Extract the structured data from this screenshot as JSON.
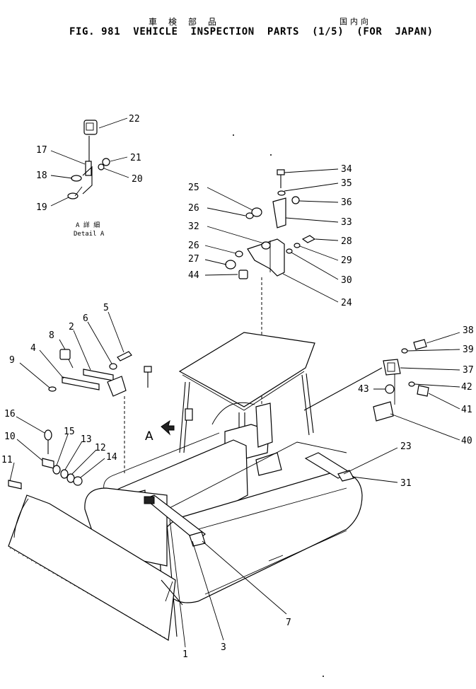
{
  "header": {
    "jp_title": "車検部品",
    "jp_subtitle": "国内向",
    "figure_title": "FIG. 981  VEHICLE  INSPECTION  PARTS  (1/5)  (FOR  JAPAN)"
  },
  "detail": {
    "jp_label": "A 詳 細",
    "label": "Detail A"
  },
  "view_marker": "A",
  "callouts": {
    "c1": "1",
    "c2": "2",
    "c3": "3",
    "c4": "4",
    "c5": "5",
    "c6": "6",
    "c7": "7",
    "c8": "8",
    "c9": "9",
    "c10": "10",
    "c11": "11",
    "c12": "12",
    "c13": "13",
    "c14": "14",
    "c15": "15",
    "c16": "16",
    "c17": "17",
    "c18": "18",
    "c19": "19",
    "c20": "20",
    "c21": "21",
    "c22": "22",
    "c23": "23",
    "c24": "24",
    "c25": "25",
    "c26a": "26",
    "c26b": "26",
    "c27": "27",
    "c28": "28",
    "c29": "29",
    "c30": "30",
    "c31": "31",
    "c32": "32",
    "c33": "33",
    "c34": "34",
    "c35": "35",
    "c36": "36",
    "c37": "37",
    "c38": "38",
    "c39": "39",
    "c40": "40",
    "c41": "41",
    "c42": "42",
    "c43": "43",
    "c44": "44"
  }
}
